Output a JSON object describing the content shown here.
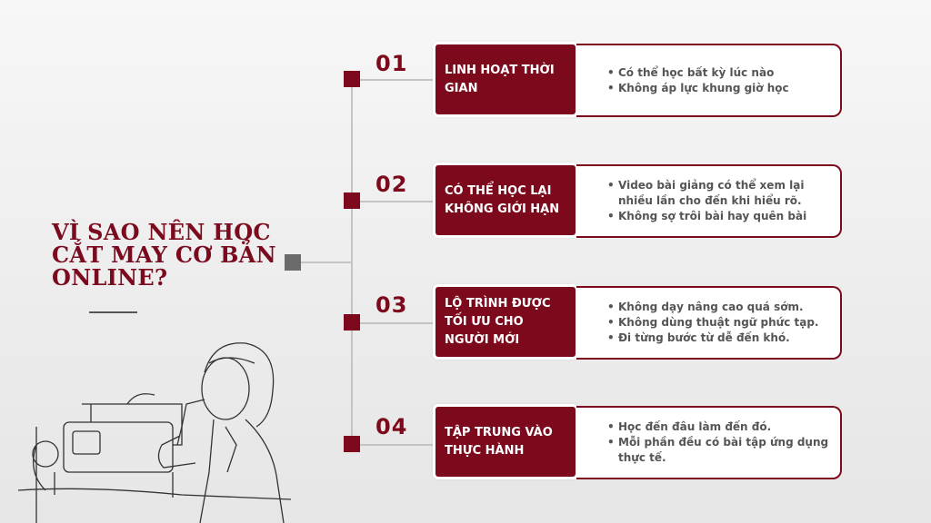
{
  "title": "VÌ SAO NÊN HỌC CẮT MAY CƠ BẢN ONLINE?",
  "colors": {
    "accent": "#7d0a1c",
    "line": "#c4c4c4",
    "text": "#555555"
  },
  "items": [
    {
      "number": "01",
      "label": "LINH HOẠT THỜI GIAN",
      "bullets": [
        "Có thể học bất kỳ lúc nào",
        "Không áp lực khung giờ học"
      ]
    },
    {
      "number": "02",
      "label": "CÓ THỂ HỌC LẠI KHÔNG GIỚI HẠN",
      "bullets": [
        "Video bài giảng có thể xem lại nhiều lần cho đến khi hiểu rõ.",
        "Không sợ trôi bài hay quên bài"
      ]
    },
    {
      "number": "03",
      "label": "LỘ TRÌNH ĐƯỢC TỐI ƯU CHO NGƯỜI MỚI",
      "bullets": [
        "Không dạy nâng cao quá sớm.",
        "Không dùng thuật ngữ phức tạp.",
        "Đi từng bước từ dễ đến khó."
      ]
    },
    {
      "number": "04",
      "label": "TẬP TRUNG VÀO THỰC HÀNH",
      "bullets": [
        "Học đến đâu làm đến đó.",
        "Mỗi phần đều có bài tập ứng dụng thực tế."
      ]
    }
  ]
}
